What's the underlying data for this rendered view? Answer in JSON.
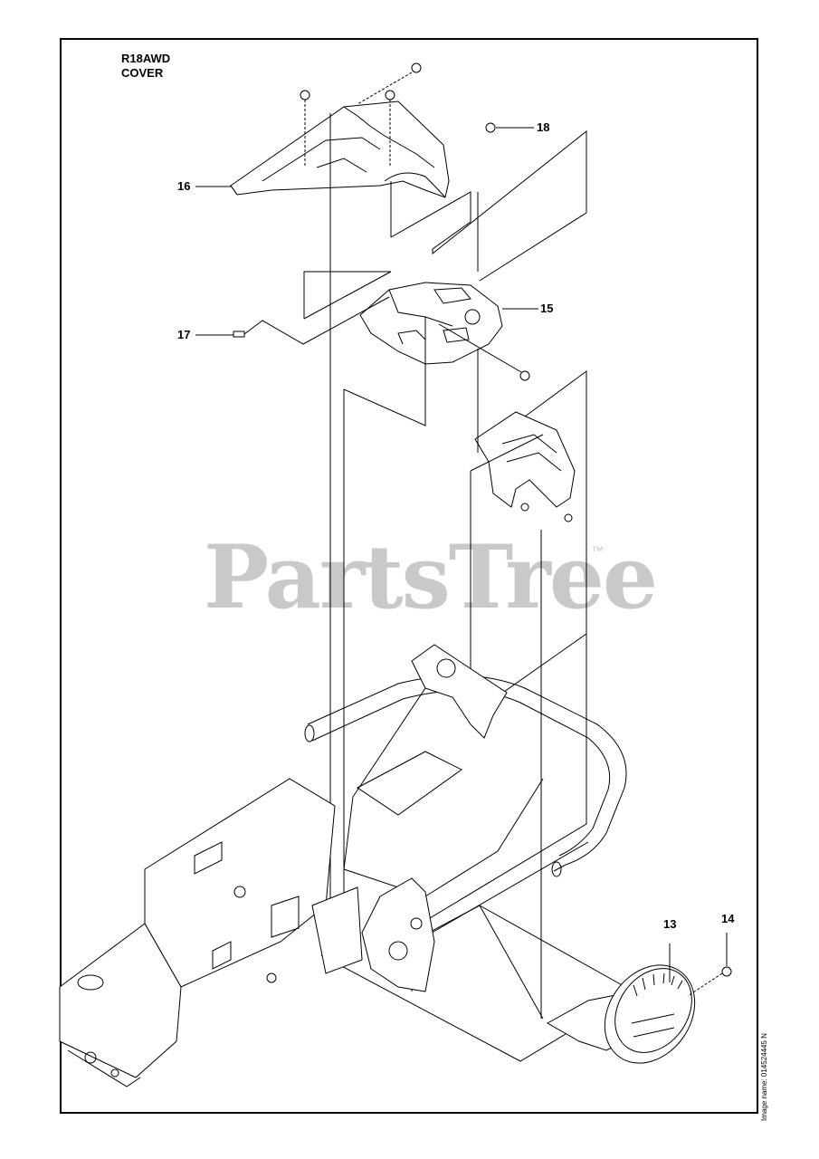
{
  "title": {
    "model": "R18AWD",
    "section": "COVER"
  },
  "callouts": {
    "p13": "13",
    "p14": "14",
    "p15": "15",
    "p16": "16",
    "p17": "17",
    "p18": "18"
  },
  "watermark": {
    "text": "PartsTree",
    "tm": "™"
  },
  "image_name": "Image name: 014524445 N",
  "colors": {
    "line": "#000000",
    "watermark": "#c9c9c9",
    "fill": "#ffffff",
    "shade": "#d6d6d6"
  }
}
